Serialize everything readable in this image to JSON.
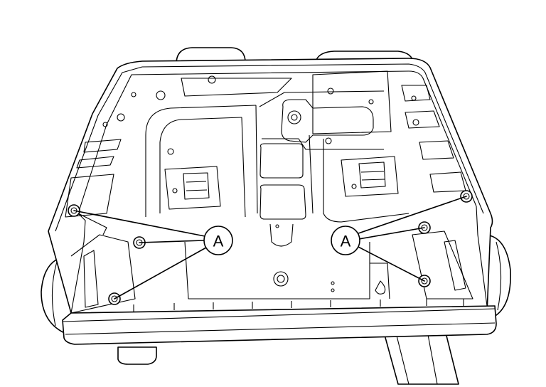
{
  "diagram": {
    "callouts": [
      {
        "id": "left",
        "label": "A"
      },
      {
        "id": "right",
        "label": "A"
      }
    ]
  }
}
